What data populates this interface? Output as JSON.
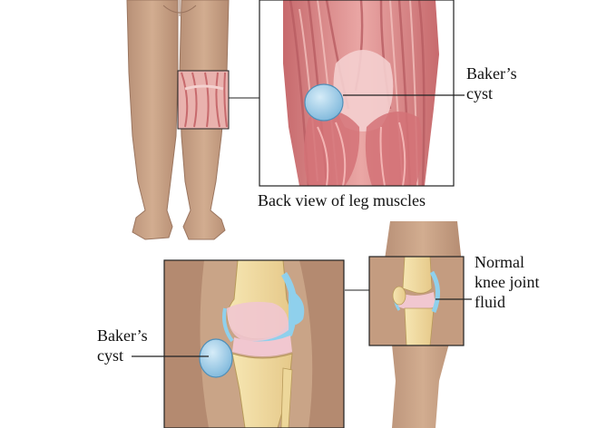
{
  "labels": {
    "cyst_top_line1": "Baker’s",
    "cyst_top_line2": "cyst",
    "caption": "Back view of leg muscles",
    "cyst_bottom_line1": "Baker’s",
    "cyst_bottom_line2": "cyst",
    "normal_line1": "Normal",
    "normal_line2": "knee joint",
    "normal_line3": "fluid"
  },
  "colors": {
    "skin": "#c9a487",
    "skin_dark": "#a88268",
    "muscle": "#d97f7f",
    "muscle_dark": "#b85d61",
    "cyst": "#9fcde8",
    "bone": "#f2dfa6",
    "cartilage": "#f1c7d0",
    "fluid": "#8fd0ec"
  }
}
